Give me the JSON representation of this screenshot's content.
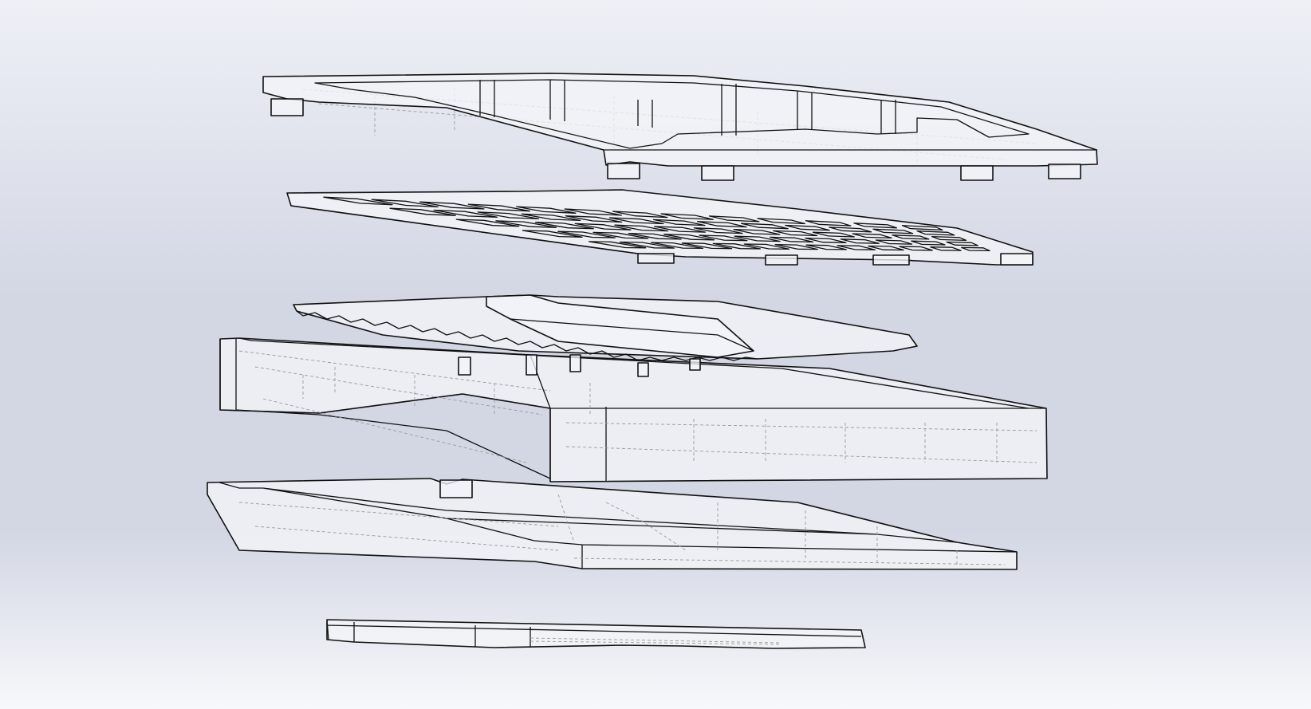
{
  "viewport": {
    "background_top": "#eef0f6",
    "background_mid": "#d3d7e4",
    "background_bottom": "#f7f8fb",
    "edge_color": "#111111",
    "hidden_edge_color": "#9a9a9a",
    "face_fill": "#f4f5f9"
  },
  "parts": [
    {
      "id": "top-plate-frame"
    },
    {
      "id": "switch-plate"
    },
    {
      "id": "pcb"
    },
    {
      "id": "upper-case"
    },
    {
      "id": "bottom-case"
    },
    {
      "id": "base-plate"
    }
  ]
}
